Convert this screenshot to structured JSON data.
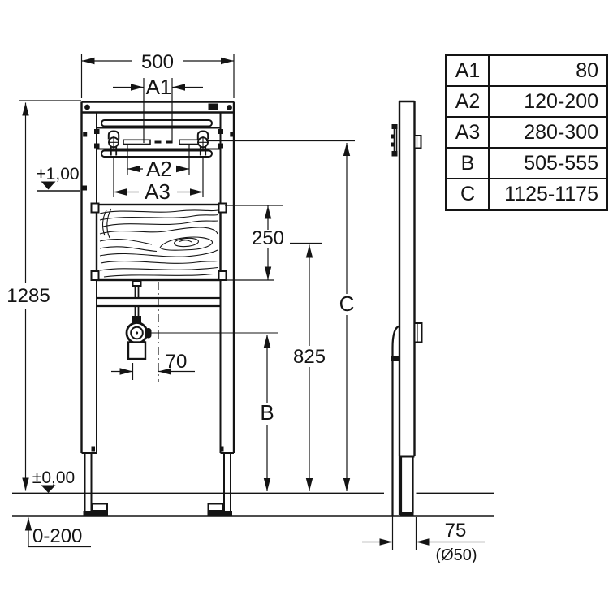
{
  "spec_table": {
    "rows": [
      {
        "label": "A1",
        "value": "80"
      },
      {
        "label": "A2",
        "value": "120-200"
      },
      {
        "label": "A3",
        "value": "280-300"
      },
      {
        "label": "B",
        "value": "505-555"
      },
      {
        "label": "C",
        "value": "1125-1175"
      }
    ]
  },
  "dims": {
    "width": "500",
    "a1": "A1",
    "a2": "A2",
    "a3": "A3",
    "panel_height": "250",
    "frame_height": "1285",
    "level_upper": "+1,00",
    "level_floor": "±0,00",
    "floor_buildup": "0-200",
    "drain_offset": "70",
    "b": "B",
    "outlet_height": "825",
    "c": "C",
    "wall_offset": "75",
    "pipe_diameter": "(Ø50)"
  },
  "colors": {
    "ink": "#141414",
    "background": "#ffffff"
  }
}
